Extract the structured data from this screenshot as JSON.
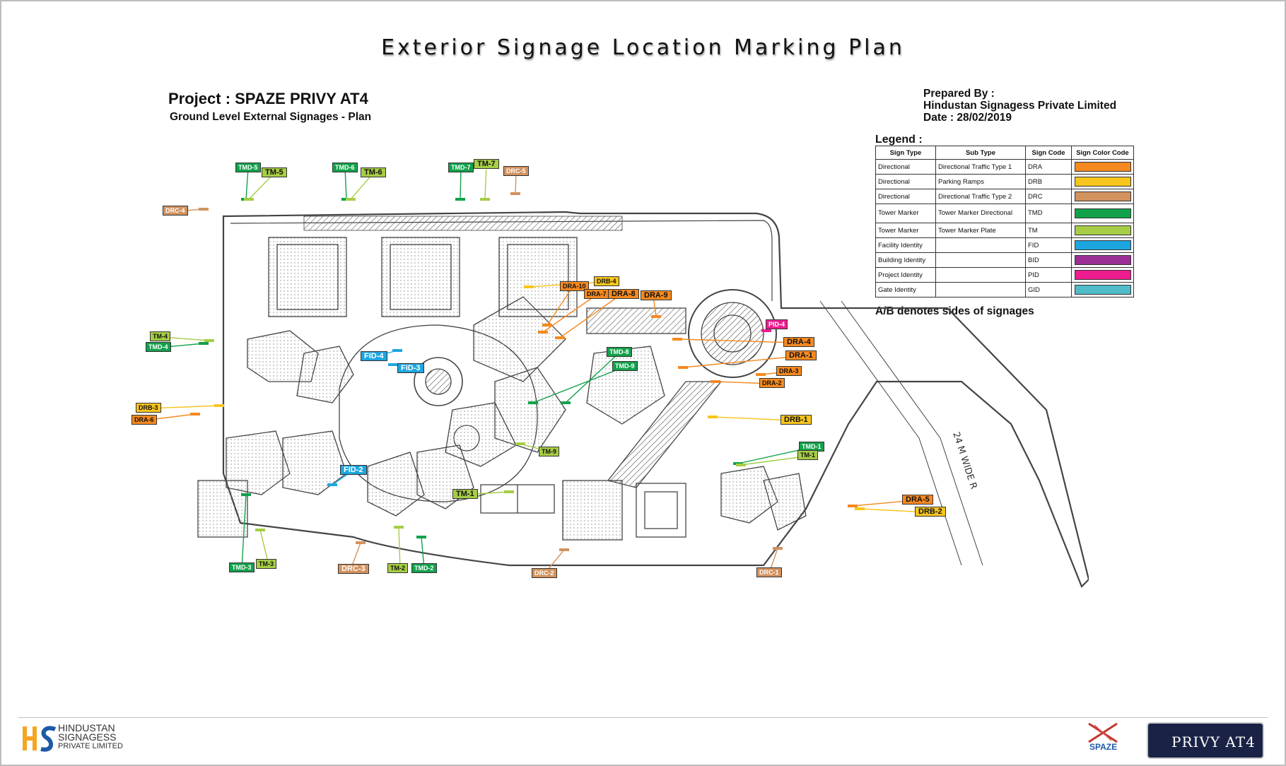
{
  "title": "Exterior Signage Location Marking Plan",
  "project": {
    "title": "Project : SPAZE PRIVY AT4",
    "subtitle": "Ground Level External Signages - Plan"
  },
  "prepared": {
    "label": "Prepared By :",
    "company": "Hindustan Signagess Private Limited",
    "date": "Date : 28/02/2019"
  },
  "legend": {
    "title": "Legend :",
    "headers": [
      "Sign Type",
      "Sub Type",
      "Sign Code",
      "Sign Color Code"
    ],
    "rows": [
      {
        "type": "Directional",
        "sub": "Directional Traffic Type 1",
        "code": "DRA",
        "color": "#f5891f"
      },
      {
        "type": "Directional",
        "sub": "Parking Ramps",
        "code": "DRB",
        "color": "#f7c51b"
      },
      {
        "type": "Directional",
        "sub": "Directional Traffic Type 2",
        "code": "DRC",
        "color": "#d2925e"
      },
      {
        "type": "Tower Marker",
        "sub": "Tower Marker Directional",
        "code": "TMD",
        "color": "#12a14b"
      },
      {
        "type": "Tower Marker",
        "sub": "Tower Marker Plate",
        "code": "TM",
        "color": "#a6cd45"
      },
      {
        "type": "Facility Identity",
        "sub": "",
        "code": "FID",
        "color": "#1ca6e0"
      },
      {
        "type": "Building Identity",
        "sub": "",
        "code": "BID",
        "color": "#9a2f96"
      },
      {
        "type": "Project Identity",
        "sub": "",
        "code": "PID",
        "color": "#ee1c8f"
      },
      {
        "type": "Gate Identity",
        "sub": "",
        "code": "GID",
        "color": "#4fbcc8"
      }
    ],
    "note": "A/B denotes sides of signages"
  },
  "colors": {
    "DRA": "#f5891f",
    "DRB": "#f7c51b",
    "DRC": "#d2925e",
    "TMD": "#12a14b",
    "TM": "#a6cd45",
    "FID": "#1ca6e0",
    "BID": "#9a2f96",
    "PID": "#ee1c8f",
    "GID": "#4fbcc8"
  },
  "markers": [
    {
      "text": "TMD-5",
      "code": "TMD"
    },
    {
      "text": "TM-5",
      "code": "TM"
    },
    {
      "text": "TMD-6",
      "code": "TMD"
    },
    {
      "text": "TM-6",
      "code": "TM"
    },
    {
      "text": "TMD-7",
      "code": "TMD"
    },
    {
      "text": "TM-7",
      "code": "TM"
    },
    {
      "text": "DRC-5",
      "code": "DRC"
    },
    {
      "text": "DRC-4",
      "code": "DRC"
    },
    {
      "text": "TM-4",
      "code": "TM"
    },
    {
      "text": "TMD-4",
      "code": "TMD"
    },
    {
      "text": "DRB-4",
      "code": "DRB"
    },
    {
      "text": "DRA-10",
      "code": "DRA"
    },
    {
      "text": "DRA-7",
      "code": "DRA"
    },
    {
      "text": "DRA-8",
      "code": "DRA"
    },
    {
      "text": "DRA-9",
      "code": "DRA"
    },
    {
      "text": "FID-4",
      "code": "FID"
    },
    {
      "text": "FID-3",
      "code": "FID"
    },
    {
      "text": "TMD-8",
      "code": "TMD"
    },
    {
      "text": "TMD-9",
      "code": "TMD"
    },
    {
      "text": "PID-4",
      "code": "PID"
    },
    {
      "text": "DRA-4",
      "code": "DRA"
    },
    {
      "text": "DRA-1",
      "code": "DRA"
    },
    {
      "text": "DRA-3",
      "code": "DRA"
    },
    {
      "text": "DRA-2",
      "code": "DRA"
    },
    {
      "text": "DRB-3",
      "code": "DRB"
    },
    {
      "text": "DRA-6",
      "code": "DRA"
    },
    {
      "text": "DRB-1",
      "code": "DRB"
    },
    {
      "text": "TM-9",
      "code": "TM"
    },
    {
      "text": "TMD-1",
      "code": "TMD"
    },
    {
      "text": "TM-1",
      "code": "TM"
    },
    {
      "text": "FID-2",
      "code": "FID"
    },
    {
      "text": "TM-1",
      "code": "TM"
    },
    {
      "text": "DRA-5",
      "code": "DRA"
    },
    {
      "text": "DRB-2",
      "code": "DRB"
    },
    {
      "text": "TMD-3",
      "code": "TMD"
    },
    {
      "text": "TM-3",
      "code": "TM"
    },
    {
      "text": "DRC-3",
      "code": "DRC"
    },
    {
      "text": "TM-2",
      "code": "TM"
    },
    {
      "text": "TMD-2",
      "code": "TMD"
    },
    {
      "text": "DRC-2",
      "code": "DRC"
    },
    {
      "text": "DRC-1",
      "code": "DRC"
    }
  ],
  "road_label": "24 M WIDE R",
  "footer": {
    "company_line1": "HINDUSTAN",
    "company_line2": "SIGNAGESS",
    "company_line3": "PRIVATE LIMITED",
    "spaze": "SPAZE",
    "privy": "PRIVY AT4"
  }
}
